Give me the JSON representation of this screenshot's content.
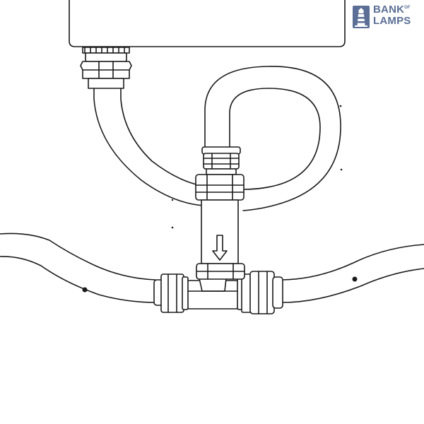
{
  "logo": {
    "line1": "BANK",
    "of": "OF",
    "line2": "LAMPS",
    "color": "#5b6f96"
  },
  "icons": [
    "lighthouse-logo-icon",
    "flow-direction-arrow-icon"
  ],
  "colors": {
    "line": "#1a1a1a",
    "background": "#ffffff"
  }
}
